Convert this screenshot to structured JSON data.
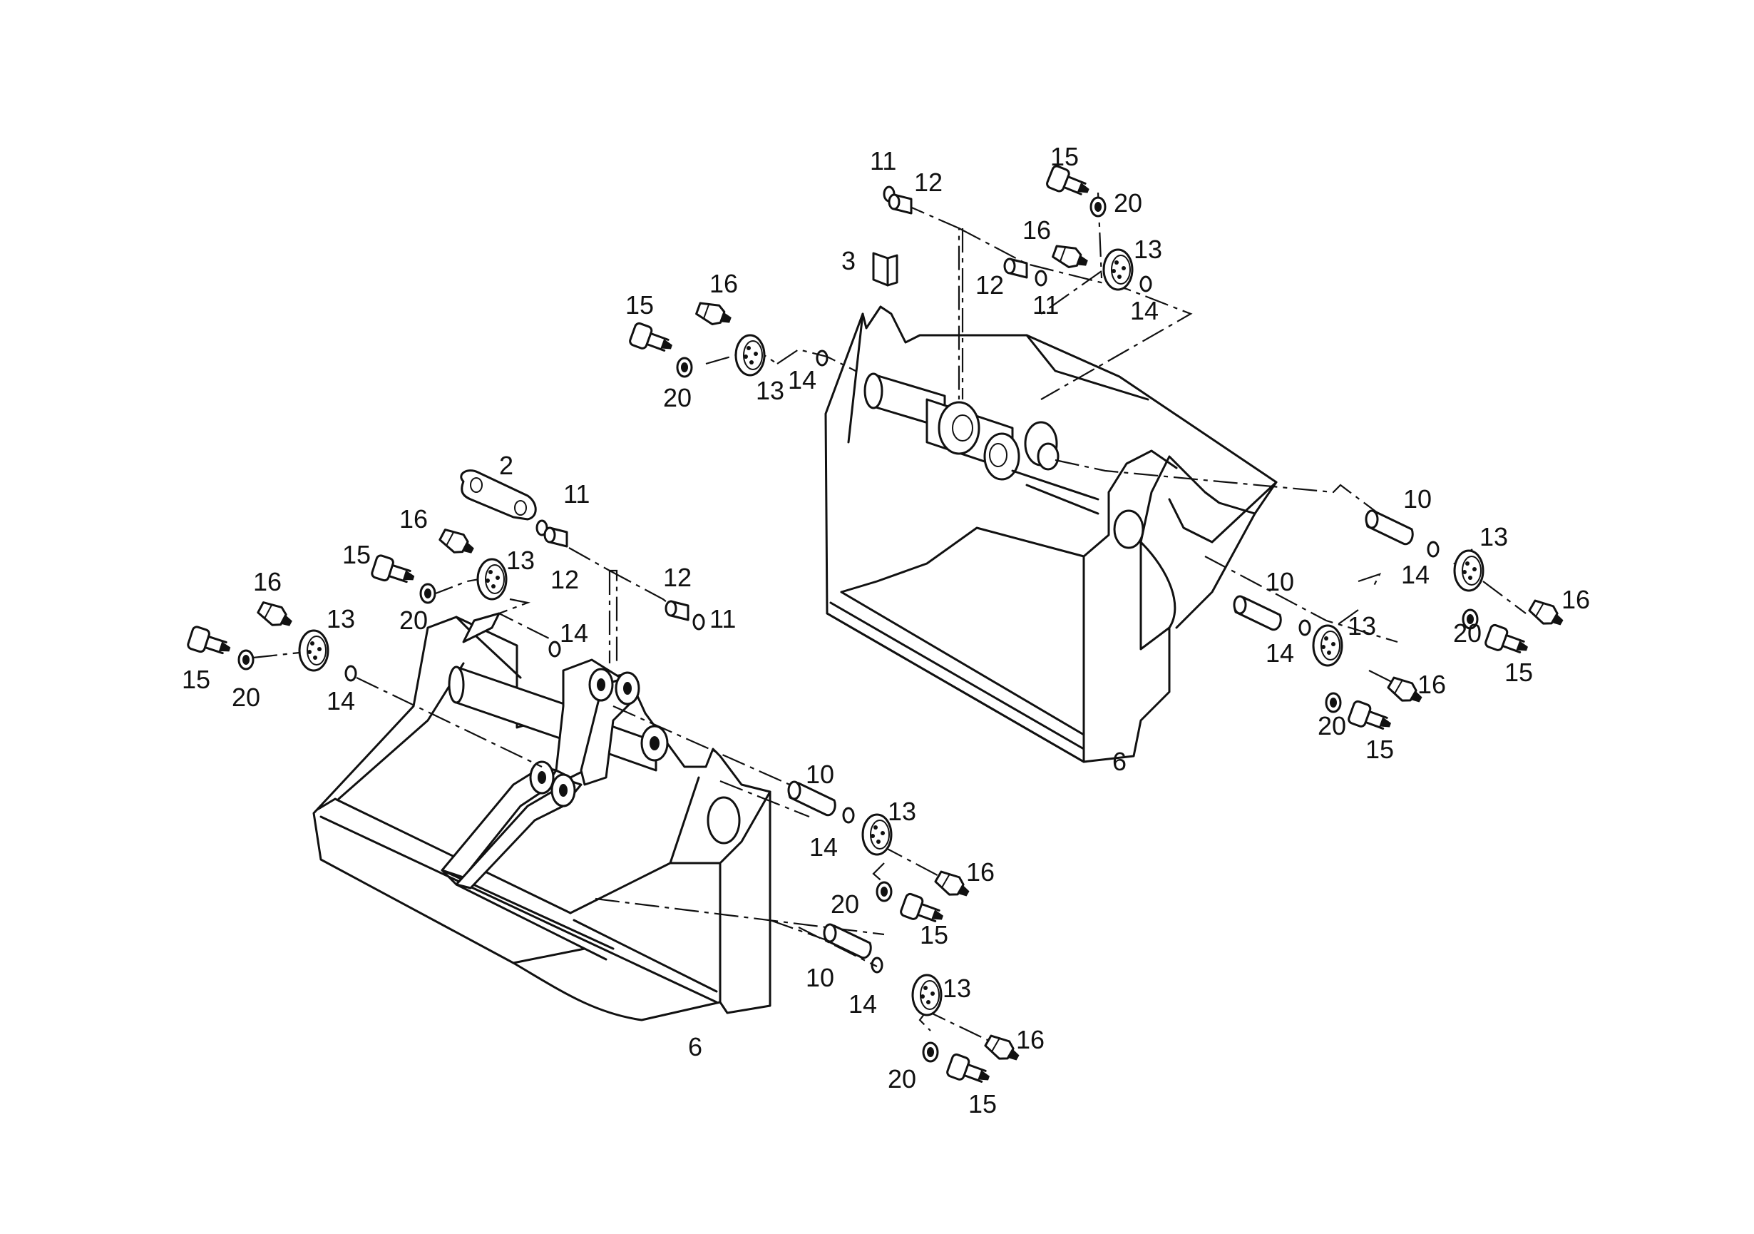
{
  "figure": {
    "type": "exploded parts diagram",
    "subject": "two excavator buckets with pins, washers, spacers and grease nipples",
    "line_color": "#111111",
    "background": "#ffffff"
  },
  "callouts": [
    {
      "id": "c-bkt1-11a",
      "text": "11"
    },
    {
      "id": "c-bkt1-12a",
      "text": "12"
    },
    {
      "id": "c-bkt1-15a",
      "text": "15"
    },
    {
      "id": "c-bkt1-20a",
      "text": "20"
    },
    {
      "id": "c-bkt1-16a",
      "text": "16"
    },
    {
      "id": "c-bkt1-13a",
      "text": "13"
    },
    {
      "id": "c-bkt1-14a",
      "text": "14"
    },
    {
      "id": "c-bkt1-3",
      "text": "3"
    },
    {
      "id": "c-bkt1-12b",
      "text": "12"
    },
    {
      "id": "c-bkt1-11b",
      "text": "11"
    },
    {
      "id": "c-bkt1-16b",
      "text": "16"
    },
    {
      "id": "c-bkt1-13b",
      "text": "13"
    },
    {
      "id": "c-bkt1-14b",
      "text": "14"
    },
    {
      "id": "c-bkt1-15b",
      "text": "15"
    },
    {
      "id": "c-bkt1-20b",
      "text": "20"
    },
    {
      "id": "c-bkt1-10a",
      "text": "10"
    },
    {
      "id": "c-bkt1-13c",
      "text": "13"
    },
    {
      "id": "c-bkt1-14c",
      "text": "14"
    },
    {
      "id": "c-bkt1-16c",
      "text": "16"
    },
    {
      "id": "c-bkt1-20c",
      "text": "20"
    },
    {
      "id": "c-bkt1-15c",
      "text": "15"
    },
    {
      "id": "c-bkt1-10b",
      "text": "10"
    },
    {
      "id": "c-bkt1-14d",
      "text": "14"
    },
    {
      "id": "c-bkt1-13d",
      "text": "13"
    },
    {
      "id": "c-bkt1-16d",
      "text": "16"
    },
    {
      "id": "c-bkt1-20d",
      "text": "20"
    },
    {
      "id": "c-bkt1-15d",
      "text": "15"
    },
    {
      "id": "c-bkt1-6",
      "text": "6"
    },
    {
      "id": "c-bkt2-2",
      "text": "2"
    },
    {
      "id": "c-bkt2-11a",
      "text": "11"
    },
    {
      "id": "c-bkt2-16a",
      "text": "16"
    },
    {
      "id": "c-bkt2-15a",
      "text": "15"
    },
    {
      "id": "c-bkt2-13a",
      "text": "13"
    },
    {
      "id": "c-bkt2-12a",
      "text": "12"
    },
    {
      "id": "c-bkt2-20a",
      "text": "20"
    },
    {
      "id": "c-bkt2-12b",
      "text": "12"
    },
    {
      "id": "c-bkt2-11b",
      "text": "11"
    },
    {
      "id": "c-bkt2-16b",
      "text": "16"
    },
    {
      "id": "c-bkt2-13b",
      "text": "13"
    },
    {
      "id": "c-bkt2-14a",
      "text": "14"
    },
    {
      "id": "c-bkt2-15b",
      "text": "15"
    },
    {
      "id": "c-bkt2-20b",
      "text": "20"
    },
    {
      "id": "c-bkt2-14b",
      "text": "14"
    },
    {
      "id": "c-bkt2-10a",
      "text": "10"
    },
    {
      "id": "c-bkt2-13c",
      "text": "13"
    },
    {
      "id": "c-bkt2-14c",
      "text": "14"
    },
    {
      "id": "c-bkt2-16c",
      "text": "16"
    },
    {
      "id": "c-bkt2-20c",
      "text": "20"
    },
    {
      "id": "c-bkt2-15c",
      "text": "15"
    },
    {
      "id": "c-bkt2-10b",
      "text": "10"
    },
    {
      "id": "c-bkt2-14d",
      "text": "14"
    },
    {
      "id": "c-bkt2-13d",
      "text": "13"
    },
    {
      "id": "c-bkt2-16d",
      "text": "16"
    },
    {
      "id": "c-bkt2-20d",
      "text": "20"
    },
    {
      "id": "c-bkt2-15d",
      "text": "15"
    },
    {
      "id": "c-bkt2-6",
      "text": "6"
    }
  ]
}
